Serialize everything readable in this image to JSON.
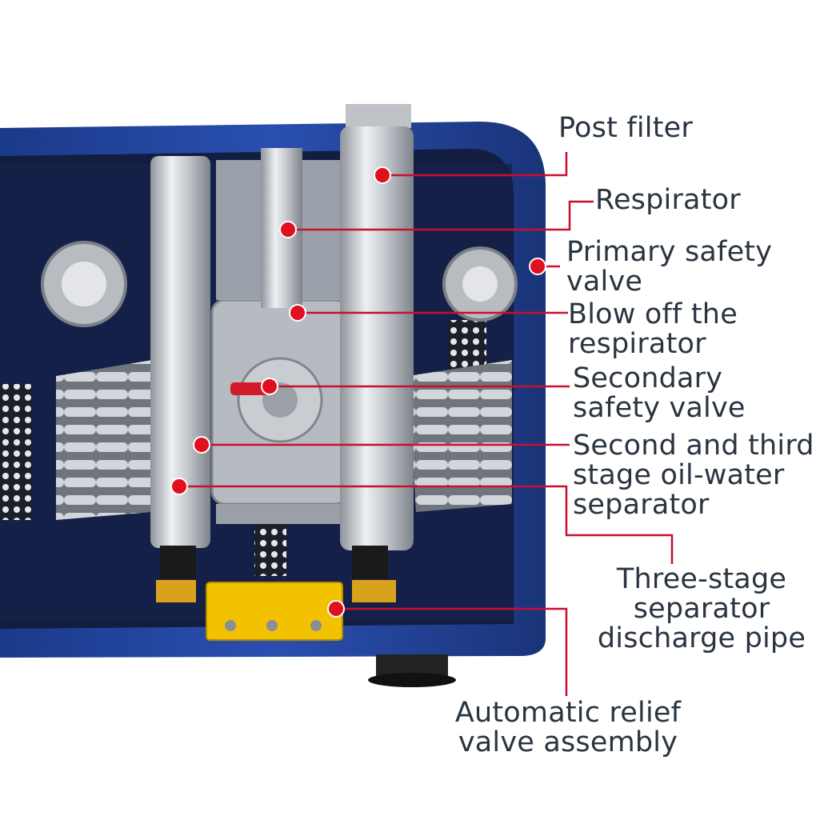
{
  "colors": {
    "leader": "#c8102e",
    "dot": "#e0101e",
    "frame": "#1f3d8c",
    "panel": "#15224a",
    "metal": "#c9ccd0",
    "brass": "#d9a21c",
    "manifold": "#f2c200",
    "text": "#2a3440"
  },
  "labels": {
    "post_filter": {
      "line1": "Post filter"
    },
    "respirator": {
      "line1": "Respirator"
    },
    "primary_safety_valve": {
      "line1": "Primary safety",
      "line2": "valve"
    },
    "blow_off": {
      "line1": "Blow off the",
      "line2": "respirator"
    },
    "secondary_safety_valve": {
      "line1": "Secondary",
      "line2": "safety valve"
    },
    "second_third_separator": {
      "line1": "Second and third",
      "line2": "stage oil-water",
      "line3": "separator"
    },
    "three_stage_discharge": {
      "line1": "Three-stage",
      "line2": "separator",
      "line3": "discharge pipe"
    },
    "auto_relief": {
      "line1": "Automatic relief",
      "line2": "valve assembly"
    }
  }
}
